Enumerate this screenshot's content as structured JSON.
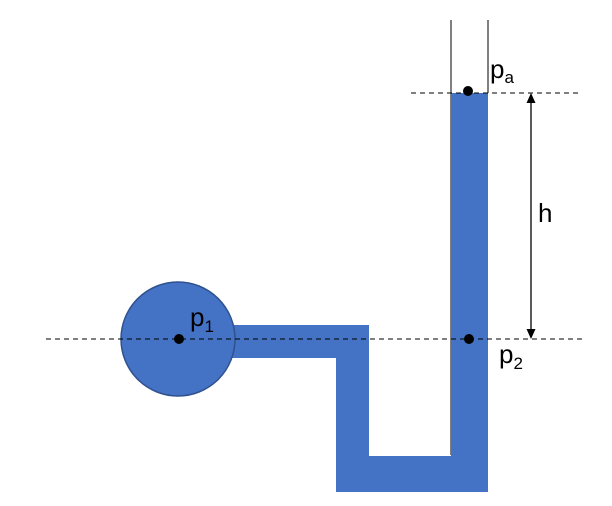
{
  "diagram": {
    "labels": {
      "p_a": {
        "base": "p",
        "sub": "a"
      },
      "p_1": {
        "base": "p",
        "sub": "1"
      },
      "p_2": {
        "base": "p",
        "sub": "2"
      },
      "h": "h"
    },
    "colors": {
      "fluid": "#4472C4",
      "fluid_outline": "#2F528F",
      "line": "#000000",
      "tube_wall": "#000000",
      "background": "#ffffff"
    }
  }
}
